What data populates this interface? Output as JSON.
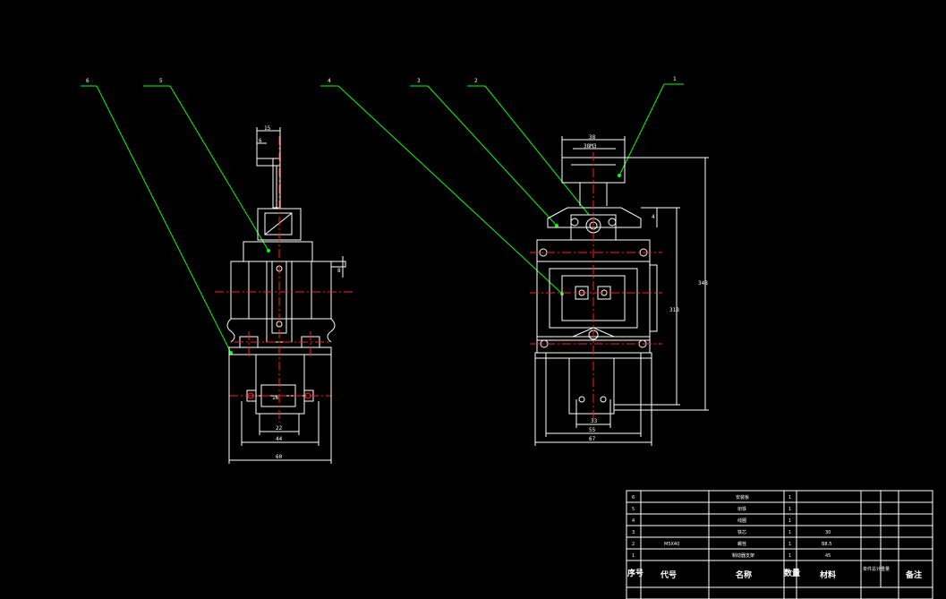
{
  "balloons": [
    "6",
    "5",
    "4",
    "3",
    "2",
    "1"
  ],
  "dims_left": {
    "d15": "15",
    "d6": "6",
    "d8": "8",
    "d16": "16",
    "d22": "22",
    "d44": "44",
    "d60": "60"
  },
  "dims_right": {
    "d38": "38",
    "d38m3": "38M3",
    "d4": "4",
    "d318": "318",
    "d348": "348",
    "d33": "33",
    "d55": "55",
    "d67": "67"
  },
  "table": {
    "rows": [
      {
        "no": "6",
        "code": "",
        "name": "安装板",
        "qty": "1",
        "mat": "",
        "note": ""
      },
      {
        "no": "5",
        "code": "",
        "name": "衔铁",
        "qty": "1",
        "mat": "",
        "note": ""
      },
      {
        "no": "4",
        "code": "",
        "name": "线圈",
        "qty": "1",
        "mat": "",
        "note": ""
      },
      {
        "no": "3",
        "code": "",
        "name": "铁芯",
        "qty": "1",
        "mat": "30",
        "note": ""
      },
      {
        "no": "2",
        "code": "M5X40",
        "name": "螺栓",
        "qty": "1",
        "mat": "B8.5",
        "note": ""
      },
      {
        "no": "1",
        "code": "",
        "name": "制动器支架",
        "qty": "1",
        "mat": "45",
        "note": ""
      }
    ],
    "header": {
      "no": "序号",
      "code": "代号",
      "name": "名称",
      "qty": "数量",
      "mat": "材料",
      "weight": "单件总计重量",
      "note": "备注"
    }
  }
}
